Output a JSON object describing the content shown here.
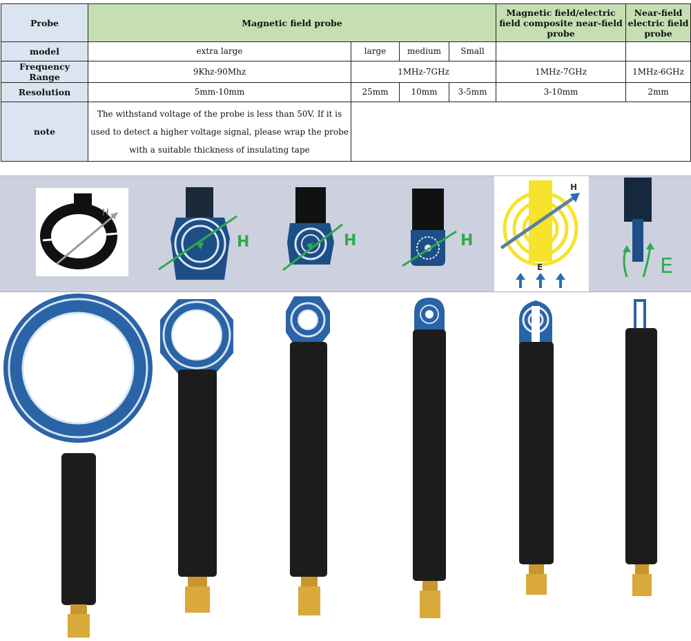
{
  "table": {
    "header": {
      "probe": "Probe",
      "magnetic": "Magnetic field probe",
      "composite": "Magnetic field/electric field composite near-field probe",
      "nearfield": "Near-field electric field probe"
    },
    "rows": {
      "model": {
        "label": "model",
        "xl": "extra large",
        "l": "large",
        "m": "medium",
        "s": "Small",
        "c": "",
        "n": ""
      },
      "freq": {
        "label": "Frequency Range",
        "xl": "9Khz-90Mhz",
        "lms": "1MHz-7GHz",
        "c": "1MHz-7GHz",
        "n": "1MHz-6GHz"
      },
      "res": {
        "label": "Resolution",
        "xl": "5mm-10mm",
        "l": "25mm",
        "m": "10mm",
        "s": "3-5mm",
        "c": "3-10mm",
        "n": "2mm"
      },
      "note": {
        "label": "note",
        "text": "The withstand voltage of the probe is less than 50V. If it is used to detect a higher voltage signal, please wrap the probe with a suitable thickness of insulating tape"
      }
    }
  },
  "diagrams": {
    "field_h": "H",
    "field_e": "E",
    "icons": [
      "ring-probe-icon",
      "large-loop-icon",
      "medium-loop-icon",
      "small-loop-icon",
      "composite-probe-icon",
      "e-field-probe-icon"
    ]
  },
  "colors": {
    "header_blue": "#dbe5f1",
    "header_green": "#c5dfb2",
    "pcb_blue": "#2a63a6",
    "arrow_green": "#2faa4c",
    "sleeve": "#1c1c1c",
    "sma_gold": "#d9a93a"
  }
}
